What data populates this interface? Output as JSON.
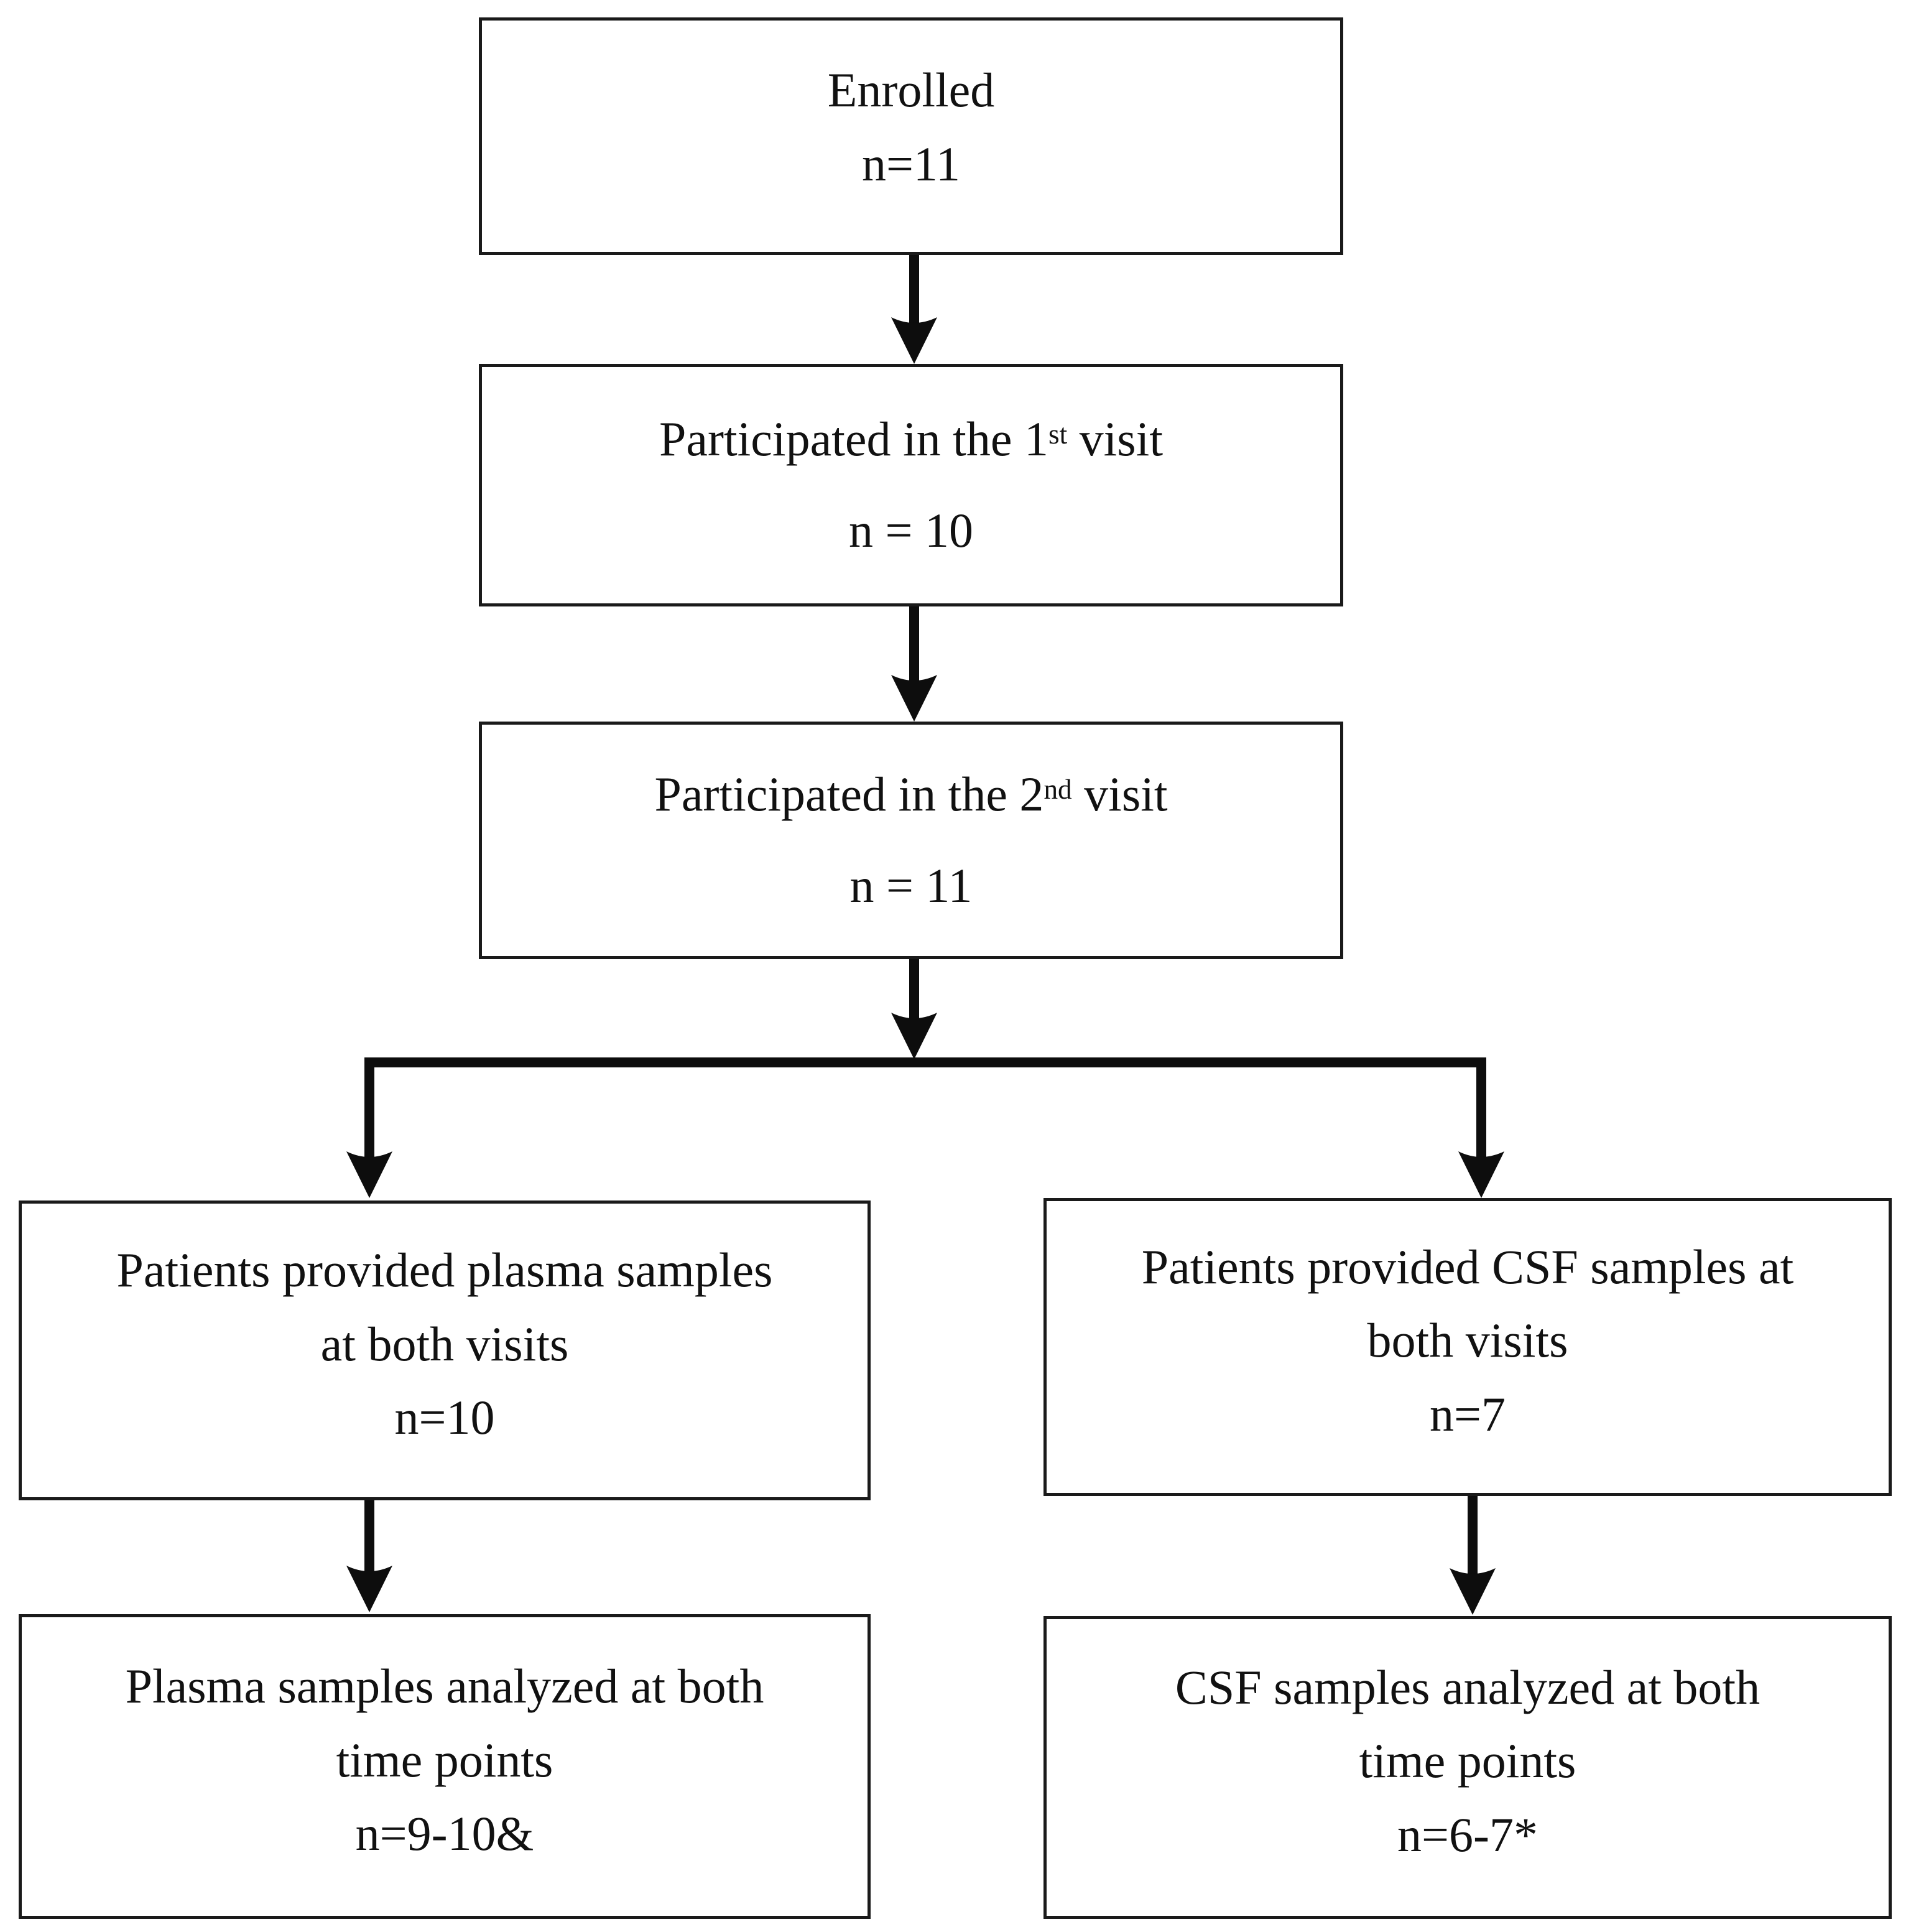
{
  "figure": {
    "background": "#ffffff",
    "line_color": "#0d0d0d",
    "text_color": "#111111",
    "type": "patient-flow-diagram"
  },
  "boxes": {
    "enrolled": {
      "line1": "Enrolled",
      "line2": "n=11"
    },
    "visit1": {
      "prefix": "Participated in the 1",
      "sup": "st",
      "suffix": " visit",
      "count": "n = 10"
    },
    "visit2": {
      "prefix": "Participated in the 2",
      "sup": "nd",
      "suffix": " visit",
      "count": "n = 11"
    },
    "plasma_provided": {
      "line1": "Patients provided plasma samples",
      "line2": "at both visits",
      "line3": "n=10"
    },
    "csf_provided": {
      "line1": "Patients provided CSF samples at",
      "line2": "both visits",
      "line3": "n=7"
    },
    "plasma_analyzed": {
      "line1": "Plasma samples analyzed at both",
      "line2": "time points",
      "line3": "n=9-10&"
    },
    "csf_analyzed": {
      "line1": "CSF samples analyzed at both",
      "line2": "time points",
      "line3": "n=6-7*"
    }
  }
}
